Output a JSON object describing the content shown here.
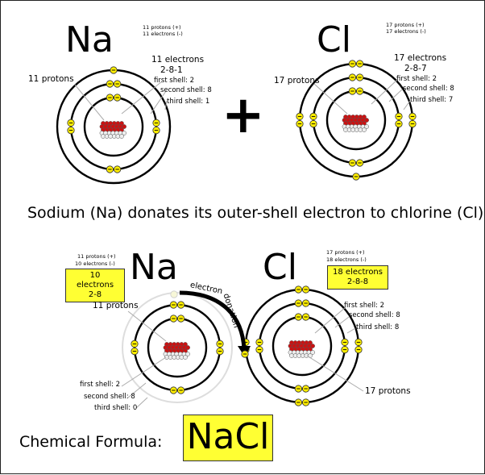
{
  "top": {
    "na": {
      "symbol": "Na",
      "counts": [
        "11 protons (+)",
        "11 electrons (-)"
      ],
      "protons_label": "11 protons",
      "electrons_title": "11 electrons",
      "config": "2-8-1",
      "shells": [
        "first shell: 2",
        "second shell: 8",
        "third shell: 1"
      ]
    },
    "plus": "+",
    "cl": {
      "symbol": "Cl",
      "counts": [
        "17 protons (+)",
        "17 electrons (-)"
      ],
      "protons_label": "17 protons",
      "electrons_title": "17 electrons",
      "config": "2-8-7",
      "shells": [
        "first shell: 2",
        "second shell: 8",
        "third shell: 7"
      ]
    }
  },
  "caption": "Sodium (Na) donates its outer-shell electron to chlorine (Cl)",
  "bottom": {
    "na": {
      "symbol": "Na",
      "counts": [
        "11 protons (+)",
        "10 electrons (-)"
      ],
      "box": [
        "10 electrons",
        "2-8"
      ],
      "protons_label": "11 protons",
      "shells": [
        "first shell: 2",
        "second shell: 8",
        "third shell: 0"
      ]
    },
    "cl": {
      "symbol": "Cl",
      "counts": [
        "17 protons (+)",
        "18 electrons (-)"
      ],
      "box": [
        "18 electrons",
        "2-8-8"
      ],
      "protons_label": "17 protons",
      "shells": [
        "first shell: 2",
        "second shell: 8",
        "third shell: 8"
      ]
    },
    "arrow_text": [
      "electron",
      "donation"
    ]
  },
  "formula": {
    "label": "Chemical Formula:",
    "value": "NaCl"
  },
  "colors": {
    "electron": "#ffee00",
    "proton": "#cc1111",
    "neutron": "#eeeeee",
    "highlight": "#ffff33"
  }
}
